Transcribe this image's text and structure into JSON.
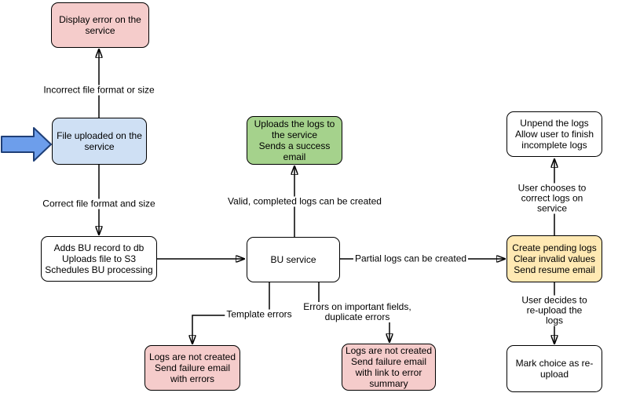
{
  "diagram": {
    "type": "flowchart",
    "background": "#ffffff",
    "colors": {
      "stroke": "#000000",
      "pink": "#f5cccb",
      "blue": "#cfe0f4",
      "green": "#a5d28c",
      "yellow": "#ffe9b3",
      "white": "#ffffff",
      "pointer_fill": "#6d9eeb",
      "pointer_stroke": "#1f3f77"
    },
    "nodes": {
      "display_error": {
        "label": "Display error on the\nservice",
        "fill": "#f5cccb"
      },
      "file_uploaded": {
        "label": "File uploaded on the\nservice",
        "fill": "#cfe0f4"
      },
      "adds_bu_record": {
        "label": "Adds BU record to db\nUploads file to S3\nSchedules BU processing",
        "fill": "#ffffff"
      },
      "uploads_logs": {
        "label": "Uploads the logs to\nthe service\nSends a success\nemail",
        "fill": "#a5d28c"
      },
      "bu_service": {
        "label": "BU service",
        "fill": "#ffffff"
      },
      "unpend_logs": {
        "label": "Unpend the logs\nAllow user to finish\nincomplete logs",
        "fill": "#ffffff"
      },
      "create_pending_logs": {
        "label": "Create pending logs\nClear invalid values\nSend resume email",
        "fill": "#ffe9b3"
      },
      "mark_choice_reupload": {
        "label": "Mark choice as re-\nupload",
        "fill": "#ffffff"
      },
      "logs_not_created_errors": {
        "label": "Logs are not created\nSend failure email\nwith errors",
        "fill": "#f5cccb"
      },
      "logs_not_created_summary": {
        "label": "Logs are not created\nSend failure email\nwith link to error\nsummary",
        "fill": "#f5cccb"
      }
    },
    "edge_labels": {
      "incorrect_file": "Incorrect file format or size",
      "correct_file": "Correct file format and size",
      "valid_completed": "Valid, completed logs can be created",
      "partial_logs": "Partial logs can be created",
      "template_errors": "Template errors",
      "important_fields": "Errors on important fields,\nduplicate errors",
      "user_chooses": "User chooses to correct logs on service",
      "user_decides": "User decides to re-upload the logs"
    }
  }
}
